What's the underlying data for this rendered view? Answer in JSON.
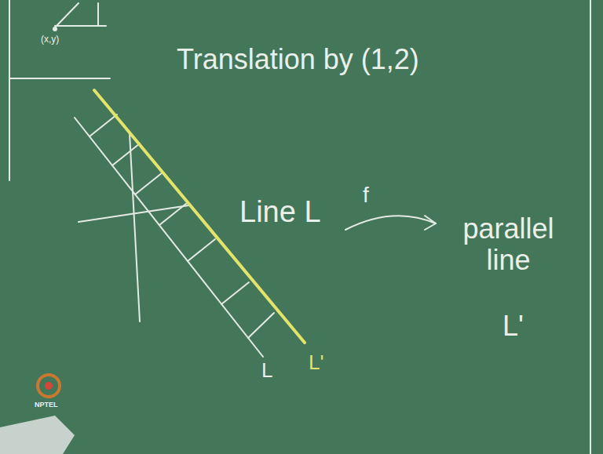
{
  "diagram": {
    "title": "Translation by (1,2)",
    "labels": [
      "(x,y)",
      "Line L",
      "f",
      "parallel line",
      "L'",
      "L",
      "L'",
      "NPTEL"
    ]
  }
}
